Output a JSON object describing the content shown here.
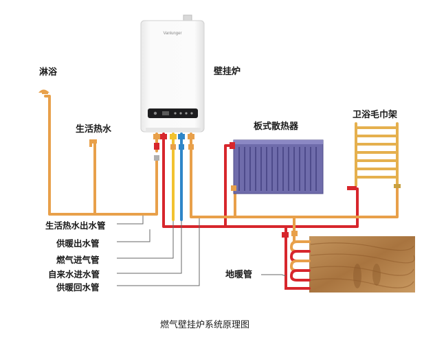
{
  "labels": {
    "shower": "淋浴",
    "domestic_hot_water": "生活热水",
    "boiler": "壁挂炉",
    "radiator": "板式散热器",
    "towel_rack": "卫浴毛巾架",
    "underfloor_pipe": "地暖管"
  },
  "pipe_labels": [
    "生活热水出水管",
    "供暖出水管",
    "燃气进气管",
    "自来水进水管",
    "供暖回水管"
  ],
  "boiler_brand": "Vanlunger",
  "caption": "燃气壁挂炉系统原理图",
  "colors": {
    "hot_water_pipe": "#e8a04a",
    "heating_supply": "#d7262c",
    "gas_pipe": "#f2c230",
    "cold_water_pipe": "#2f86c8",
    "heating_return": "#e8a04a",
    "radiator_fill": "#6f6cab",
    "floor_wood": "#b98855"
  }
}
